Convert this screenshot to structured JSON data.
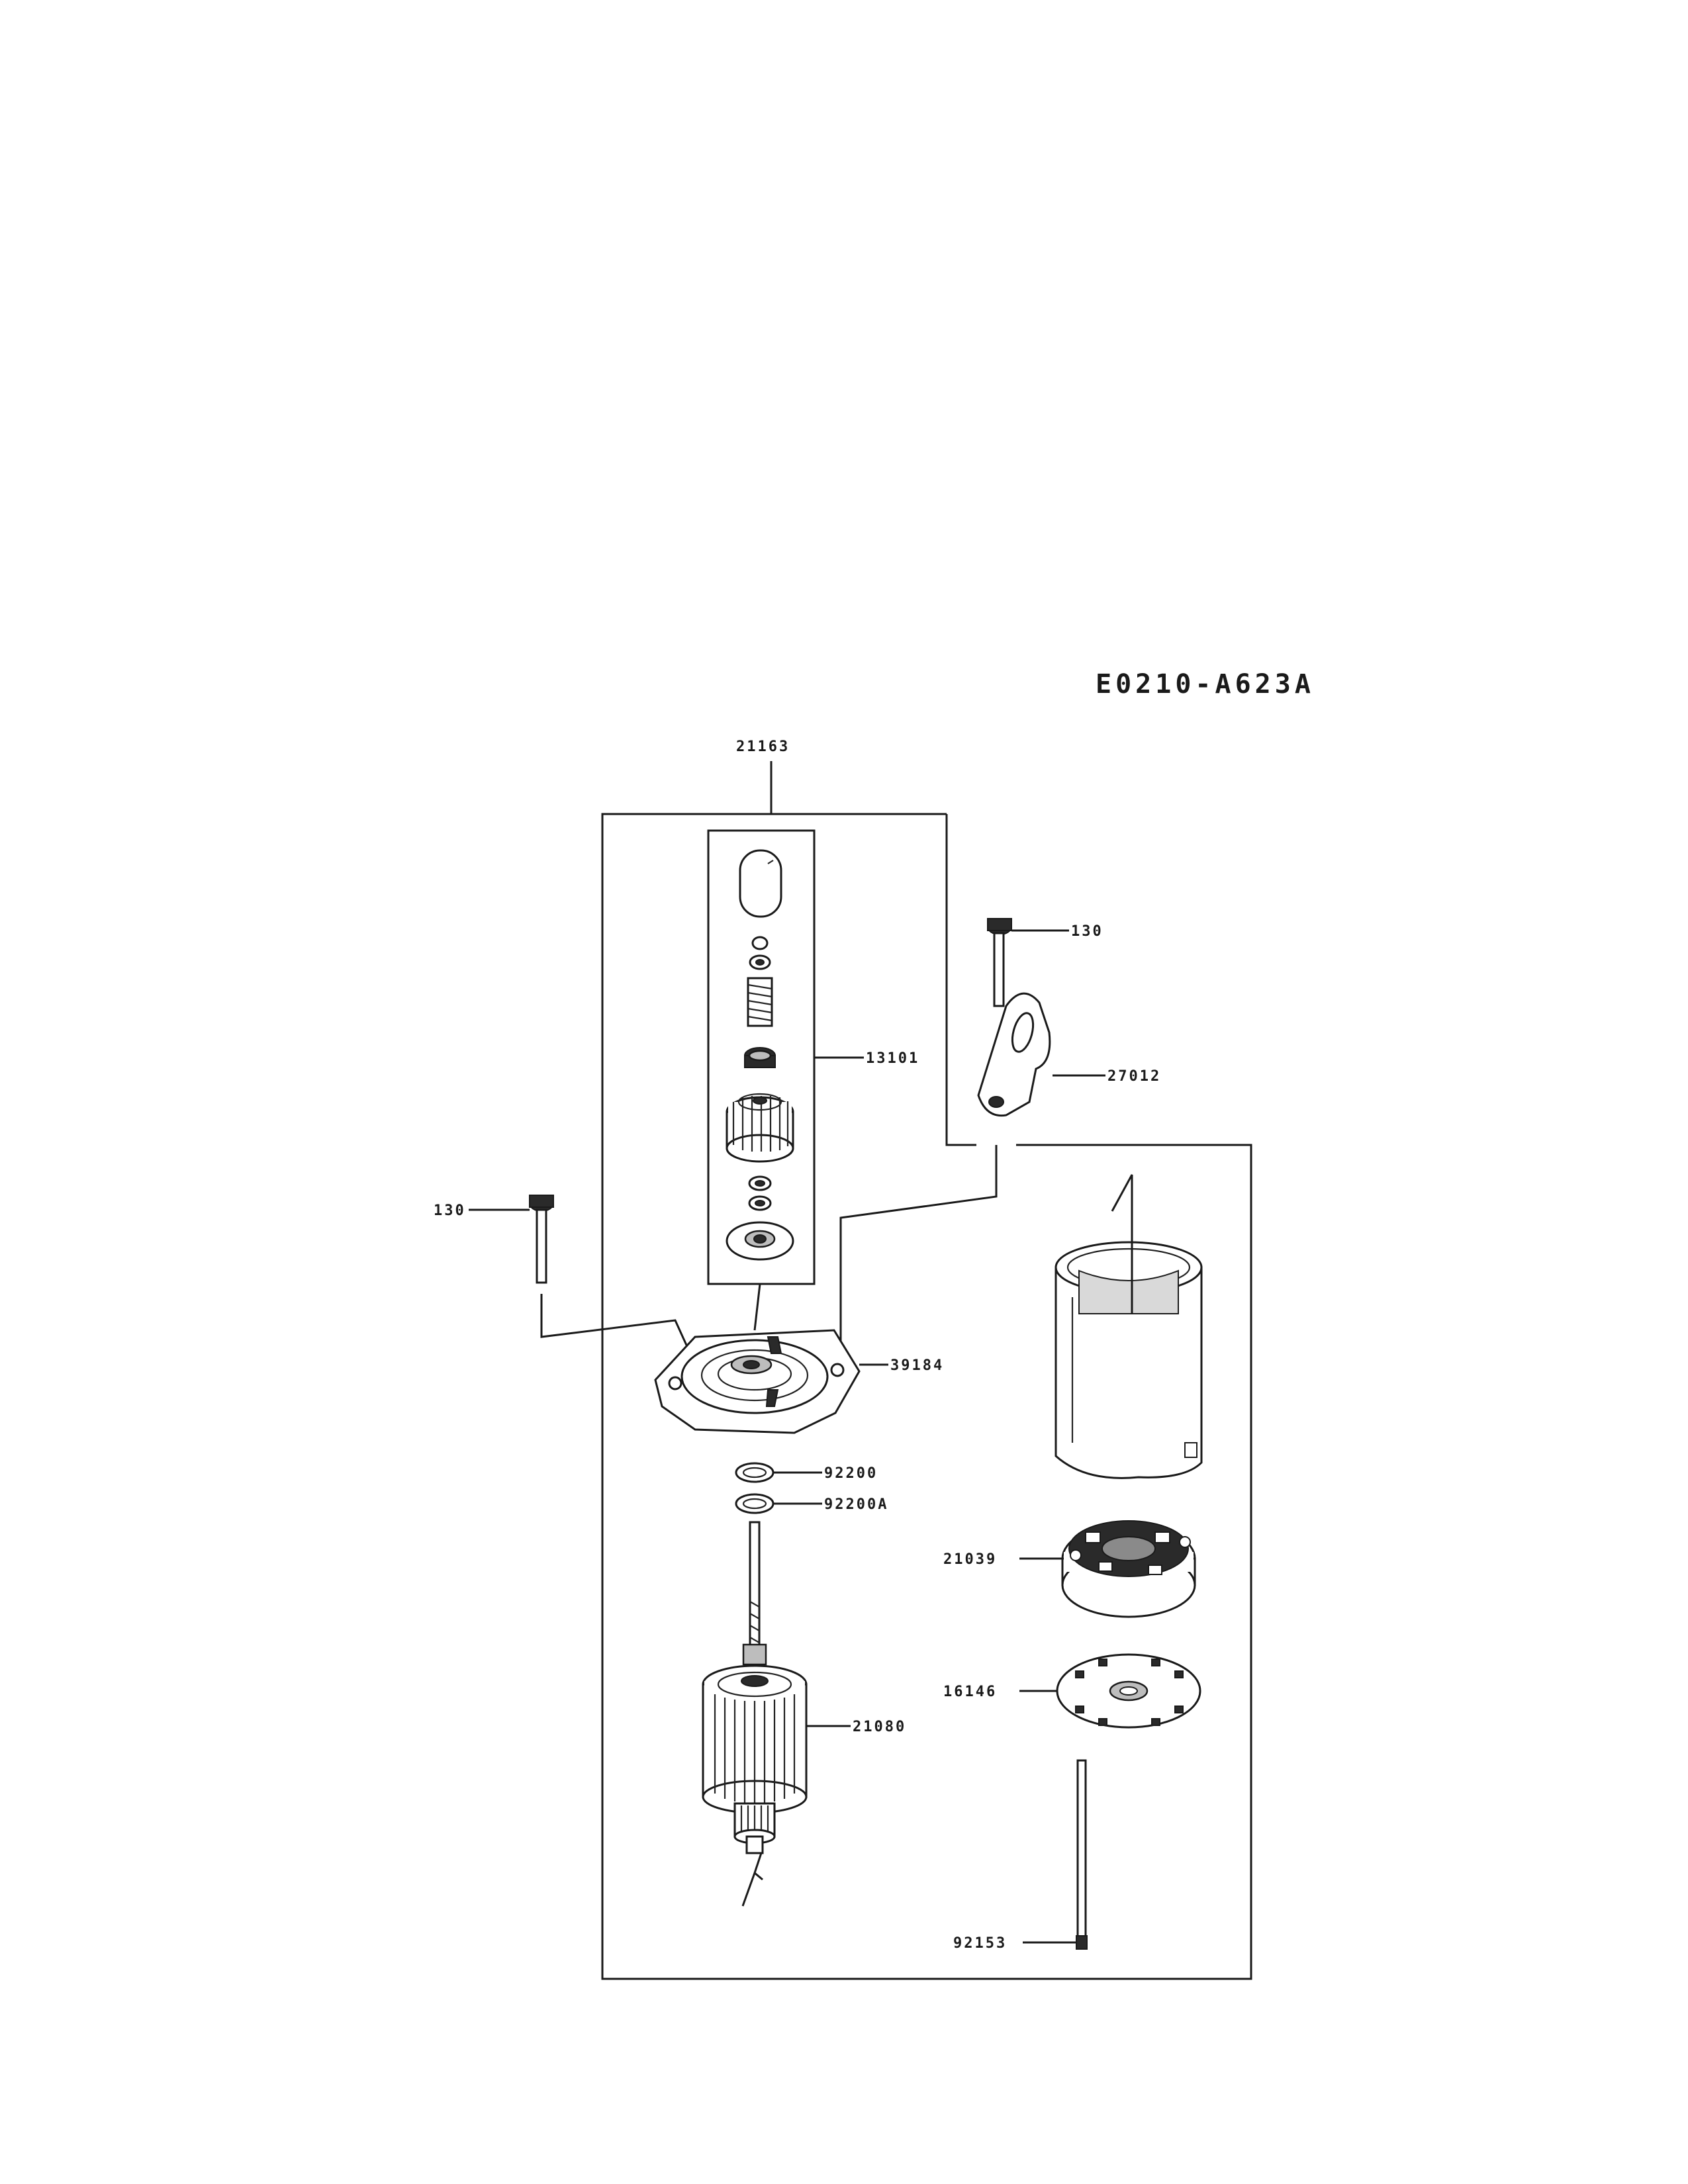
{
  "drawing_code": "E0210-A623A",
  "part_labels": {
    "p21163": "21163",
    "p13101": "13101",
    "p130_top": "130",
    "p27012": "27012",
    "p130_left": "130",
    "p39184": "39184",
    "p92200": "92200",
    "p92200A": "92200A",
    "p21039": "21039",
    "p16146": "16146",
    "p21080": "21080",
    "p92153": "92153"
  }
}
